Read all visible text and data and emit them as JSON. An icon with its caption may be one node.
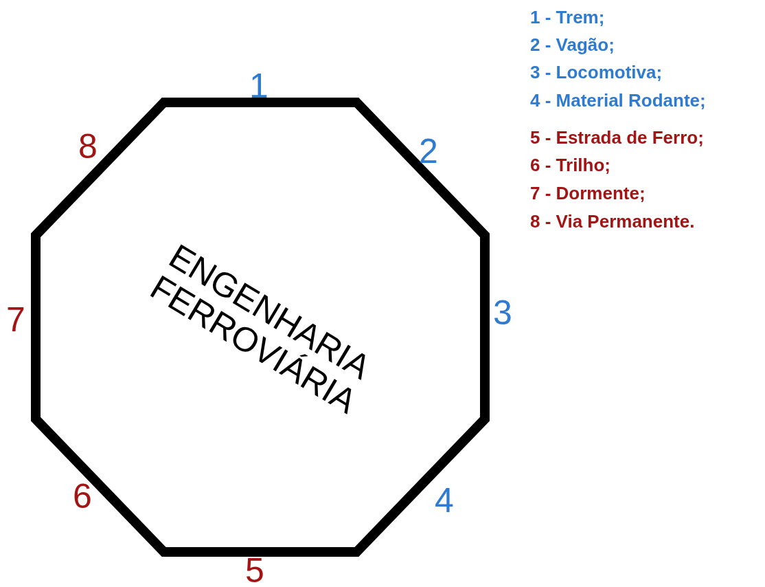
{
  "diagram": {
    "nodes": [
      {
        "text": [
          "ENGENHARIA FERROVIÁRIA"
        ]
      }
    ],
    "labels": [
      "1 - Trem;",
      "2 - Vagão;",
      "3 - Locomotiva;",
      "4 - Material Rodante;",
      "5 - Estrada de Ferro;",
      "6 - Trilho;",
      "7 - Dormente;",
      "8 - Via Permanente.",
      "1",
      "2",
      "3",
      "4",
      "5",
      "6",
      "7",
      "8"
    ]
  }
}
